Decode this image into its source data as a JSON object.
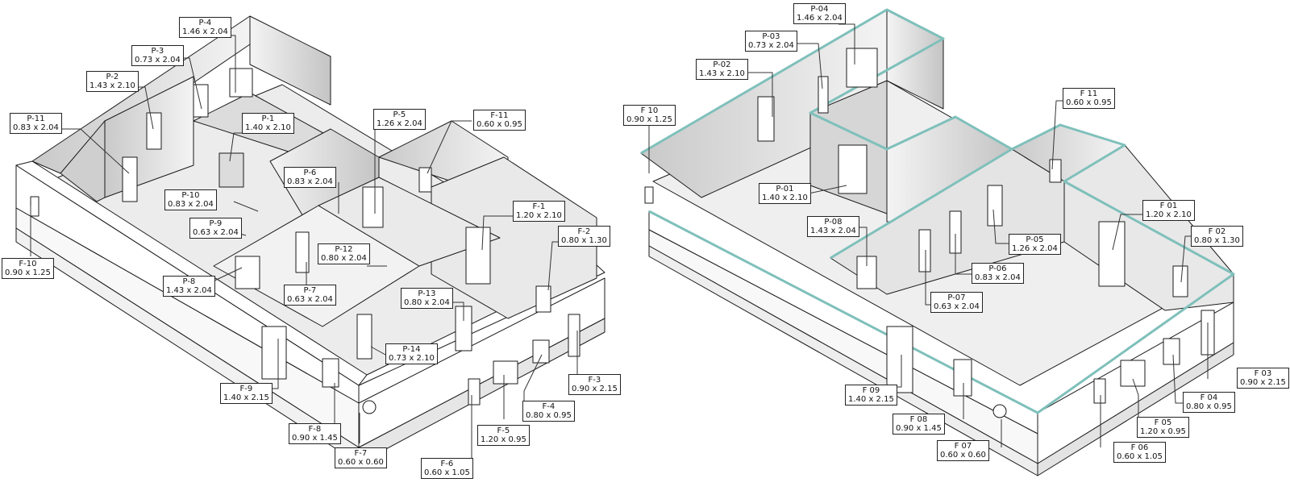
{
  "left_model": {
    "labels": [
      {
        "id": "P-4",
        "code": "P-4",
        "dims": "1.46 x 2.04"
      },
      {
        "id": "P-3",
        "code": "P-3",
        "dims": "0.73 x 2.04"
      },
      {
        "id": "P-2",
        "code": "P-2",
        "dims": "1.43 x 2.10"
      },
      {
        "id": "P-1",
        "code": "P-1",
        "dims": "1.40 x 2.10"
      },
      {
        "id": "P-11",
        "code": "P-11",
        "dims": "0.83 x 2.04"
      },
      {
        "id": "P-5",
        "code": "P-5",
        "dims": "1.26 x 2.04"
      },
      {
        "id": "F-11",
        "code": "F-11",
        "dims": "0.60 x 0.95"
      },
      {
        "id": "P-6",
        "code": "P-6",
        "dims": "0.83 x 2.04"
      },
      {
        "id": "P-10",
        "code": "P-10",
        "dims": "0.83 x 2.04"
      },
      {
        "id": "P-9",
        "code": "P-9",
        "dims": "0.63 x 2.04"
      },
      {
        "id": "F-1",
        "code": "F-1",
        "dims": "1.20 x 2.10"
      },
      {
        "id": "F-2",
        "code": "F-2",
        "dims": "0.80 x 1.30"
      },
      {
        "id": "P-12",
        "code": "P-12",
        "dims": "0.80 x 2.04"
      },
      {
        "id": "F-10",
        "code": "F-10",
        "dims": "0.90 x 1.25"
      },
      {
        "id": "P-8",
        "code": "P-8",
        "dims": "1.43 x 2.04"
      },
      {
        "id": "P-7",
        "code": "P-7",
        "dims": "0.63 x 2.04"
      },
      {
        "id": "P-13",
        "code": "P-13",
        "dims": "0.80 x 2.04"
      },
      {
        "id": "P-14",
        "code": "P-14",
        "dims": "0.73 x 2.10"
      },
      {
        "id": "F-9",
        "code": "F-9",
        "dims": "1.40 x 2.15"
      },
      {
        "id": "F-3",
        "code": "F-3",
        "dims": "0.90 x 2.15"
      },
      {
        "id": "F-4",
        "code": "F-4",
        "dims": "0.80 x 0.95"
      },
      {
        "id": "F-8",
        "code": "F-8",
        "dims": "0.90 x 1.45"
      },
      {
        "id": "F-5",
        "code": "F-5",
        "dims": "1.20 x 0.95"
      },
      {
        "id": "F-7",
        "code": "F-7",
        "dims": "0.60 x 0.60"
      },
      {
        "id": "F-6",
        "code": "F-6",
        "dims": "0.60 x 1.05"
      }
    ]
  },
  "right_model": {
    "labels": [
      {
        "id": "P-04",
        "code": "P-04",
        "dims": "1.46 x 2.04"
      },
      {
        "id": "P-03",
        "code": "P-03",
        "dims": "0.73 x 2.04"
      },
      {
        "id": "P-02",
        "code": "P-02",
        "dims": "1.43 x 2.10"
      },
      {
        "id": "F 10",
        "code": "F 10",
        "dims": "0.90 x 1.25"
      },
      {
        "id": "F 11",
        "code": "F 11",
        "dims": "0.60 x 0.95"
      },
      {
        "id": "P-01",
        "code": "P-01",
        "dims": "1.40 x 2.10"
      },
      {
        "id": "P-08",
        "code": "P-08",
        "dims": "1.43 x 2.04"
      },
      {
        "id": "F 01",
        "code": "F 01",
        "dims": "1.20 x 2.10"
      },
      {
        "id": "F 02",
        "code": "F 02",
        "dims": "0.80 x 1.30"
      },
      {
        "id": "P-05",
        "code": "P-05",
        "dims": "1.26 x 2.04"
      },
      {
        "id": "P-06",
        "code": "P-06",
        "dims": "0.83 x 2.04"
      },
      {
        "id": "P-07",
        "code": "P-07",
        "dims": "0.63 x 2.04"
      },
      {
        "id": "F 03",
        "code": "F 03",
        "dims": "0.90 x 2.15"
      },
      {
        "id": "F 04",
        "code": "F 04",
        "dims": "0.80 x 0.95"
      },
      {
        "id": "F 09",
        "code": "F 09",
        "dims": "1.40 x 2.15"
      },
      {
        "id": "F 08",
        "code": "F 08",
        "dims": "0.90 x 1.45"
      },
      {
        "id": "F 05",
        "code": "F 05",
        "dims": "1.20 x 0.95"
      },
      {
        "id": "F 07",
        "code": "F 07",
        "dims": "0.60 x 0.60"
      },
      {
        "id": "F 06",
        "code": "F 06",
        "dims": "0.60 x 1.05"
      }
    ]
  },
  "colors": {
    "line": "#1a1a1a",
    "wall_light": "#f2f2f2",
    "wall_mid": "#d8d8d8",
    "wall_dark": "#b9b9b9",
    "floor": "#ececec",
    "accent_cap": "#9fd3cf"
  }
}
